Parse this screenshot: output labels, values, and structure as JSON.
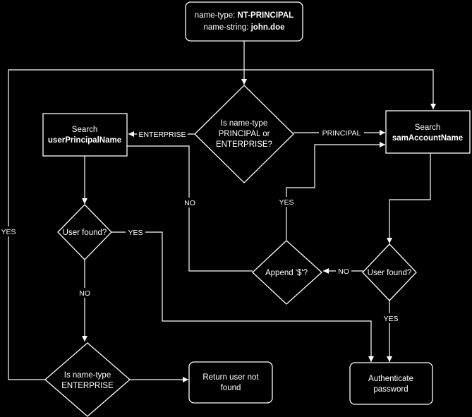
{
  "colors": {
    "background": "#000000",
    "stroke": "#ffffff",
    "text": "#ffffff"
  },
  "nodes": {
    "input": {
      "line1_label": "name-type: ",
      "line1_value": "NT-PRINCIPAL",
      "line2_label": "name-string: ",
      "line2_value": "john.doe"
    },
    "type_decision": {
      "lines": [
        "Is name-type",
        "PRINCIPAL or",
        "ENTERPRISE?"
      ]
    },
    "search_upn": {
      "line1": "Search",
      "line2": "userPrincipalName"
    },
    "search_sam": {
      "line1": "Search",
      "line2": "samAccountName"
    },
    "found_left": {
      "text": "User found?"
    },
    "found_right": {
      "text": "User found?"
    },
    "append": {
      "text": "Append '$'?"
    },
    "enterprise_decision": {
      "lines": [
        "Is name-type",
        "ENTERPRISE"
      ]
    },
    "not_found": {
      "lines": [
        "Return user not",
        "found"
      ]
    },
    "authenticate": {
      "lines": [
        "Authenticate",
        "password"
      ]
    }
  },
  "edges": {
    "enterprise": "ENTERPRISE",
    "principal": "PRINCIPAL",
    "no_append": "NO",
    "yes_append": "YES",
    "yes_left": "YES",
    "no_left": "NO",
    "no_right": "NO",
    "yes_right": "YES",
    "yes_loop": "YES"
  }
}
